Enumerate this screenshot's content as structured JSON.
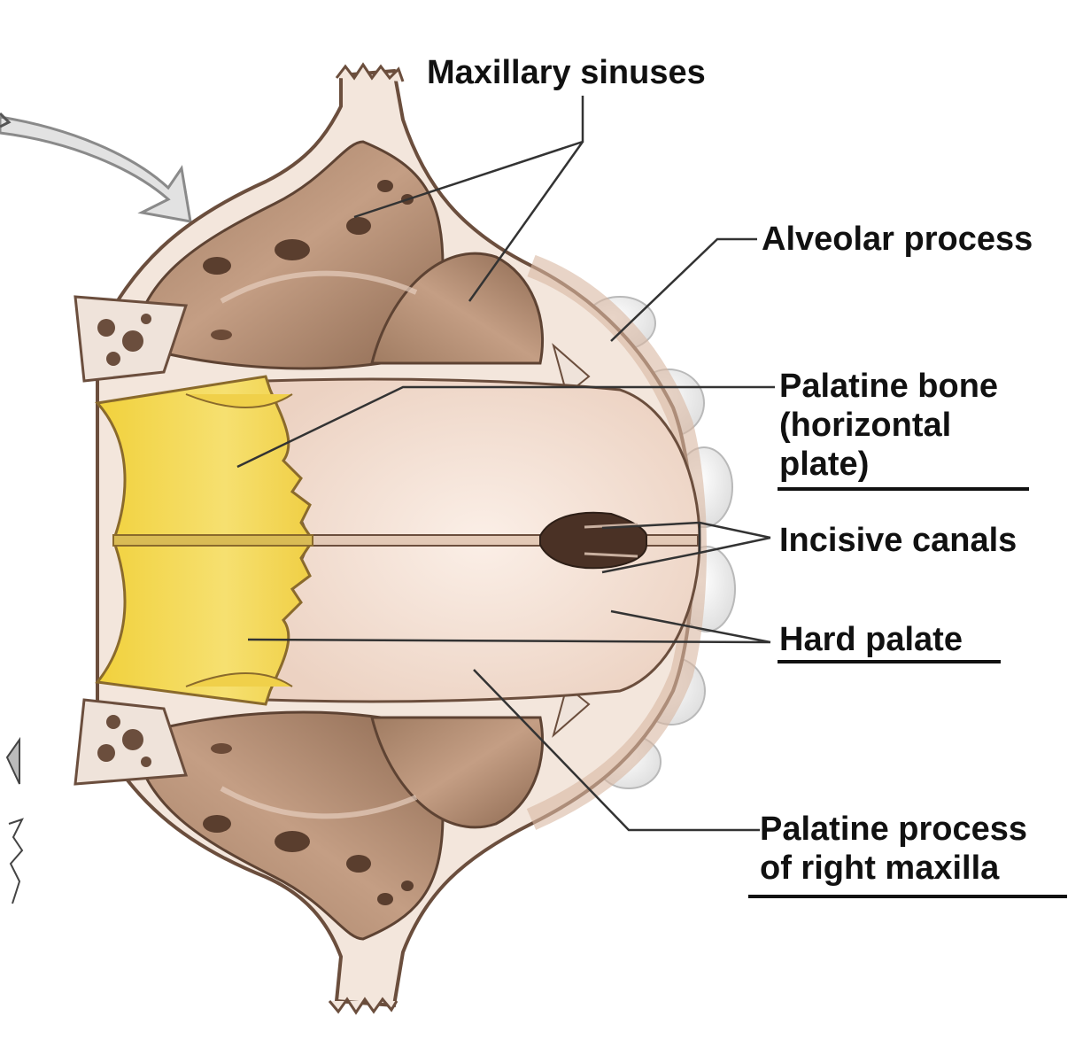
{
  "labels": {
    "maxillary_sinuses": "Maxillary sinuses",
    "alveolar_process": "Alveolar process",
    "palatine_bone": [
      "Palatine bone",
      "(horizontal",
      "plate)"
    ],
    "incisive_canals": "Incisive canals",
    "hard_palate": "Hard palate",
    "palatine_process": [
      "Palatine process",
      "of right maxilla"
    ]
  },
  "colors": {
    "bone_shell": "#f3e6dc",
    "sinus_cavity": "#b08a6e",
    "palatine_yellow": "#f2d84a",
    "hard_palate": "#f5e2d6",
    "teeth": "#f4f4f4",
    "leader_line": "#333333"
  }
}
